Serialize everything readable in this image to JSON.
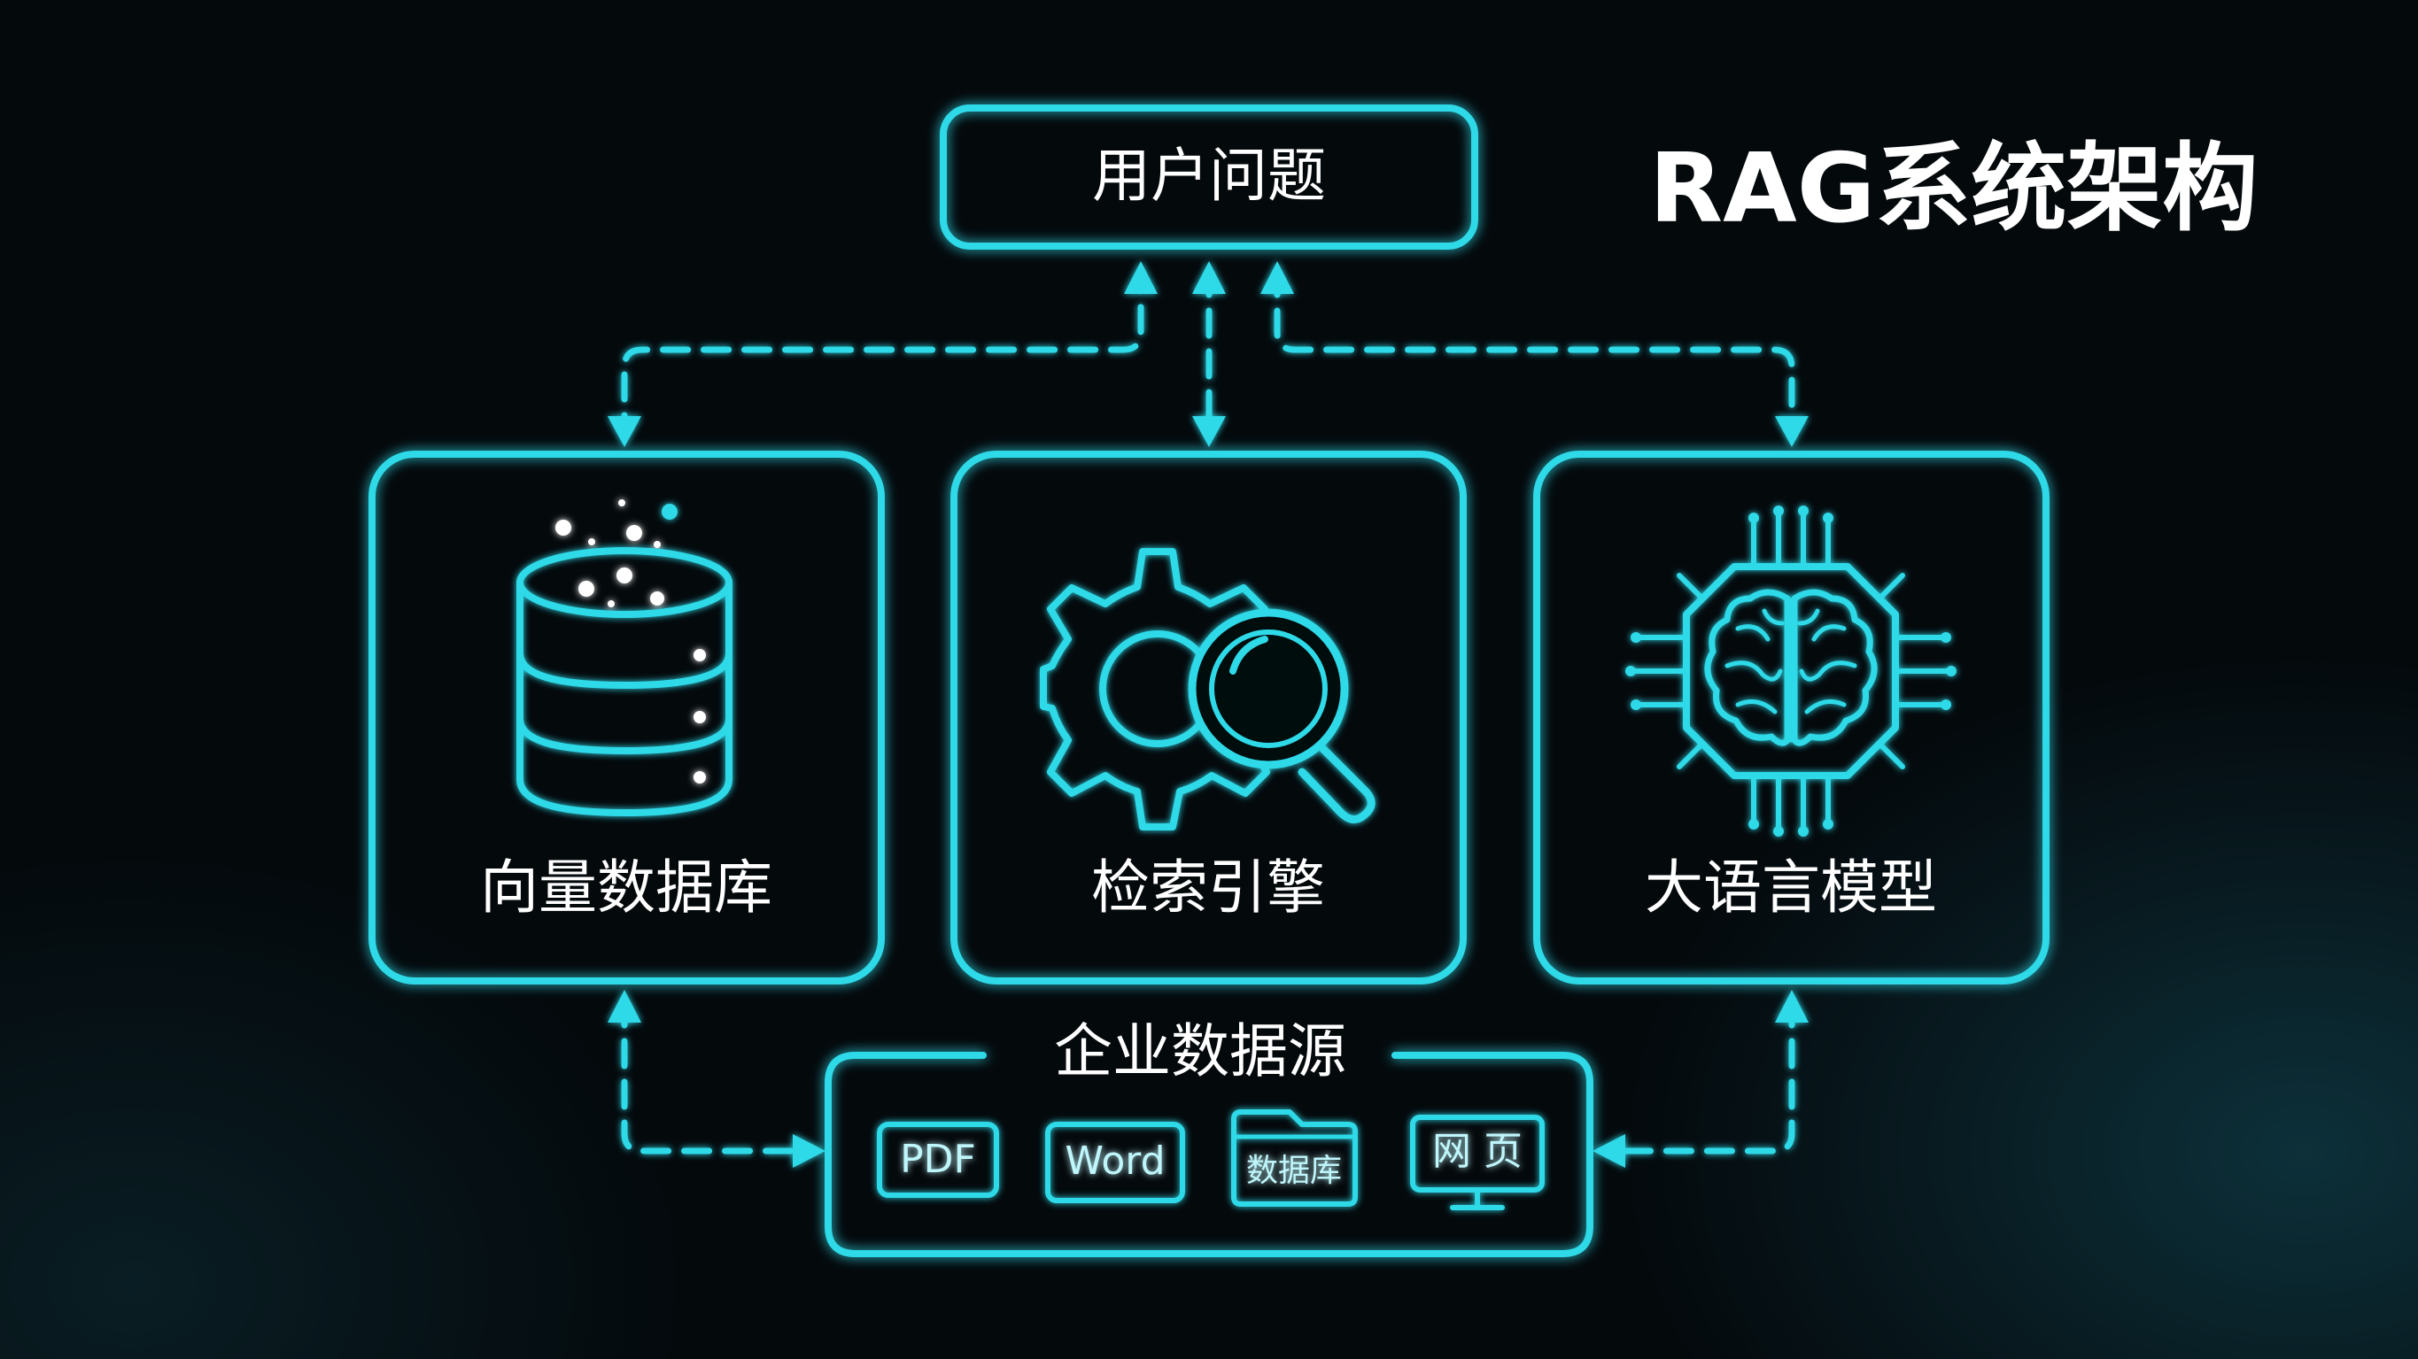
{
  "title": "RAG系统架构",
  "user_question": {
    "label": "用户问题"
  },
  "components": {
    "vector_db": {
      "label": "向量数据库",
      "icon": "database-icon"
    },
    "search_engine": {
      "label": "检索引擎",
      "icon": "gear-magnifier-icon"
    },
    "llm": {
      "label": "大语言模型",
      "icon": "brain-chip-icon"
    }
  },
  "data_sources": {
    "label": "企业数据源",
    "items": [
      {
        "label": "PDF",
        "icon": "pdf-doc-icon"
      },
      {
        "label": "Word",
        "icon": "word-doc-icon"
      },
      {
        "label": "数据库",
        "icon": "folder-database-icon"
      },
      {
        "label": "网 页",
        "icon": "monitor-webpage-icon"
      }
    ]
  },
  "colors": {
    "accent": "#2fd9e8",
    "text": "#ffffff",
    "background": "#04090c"
  }
}
